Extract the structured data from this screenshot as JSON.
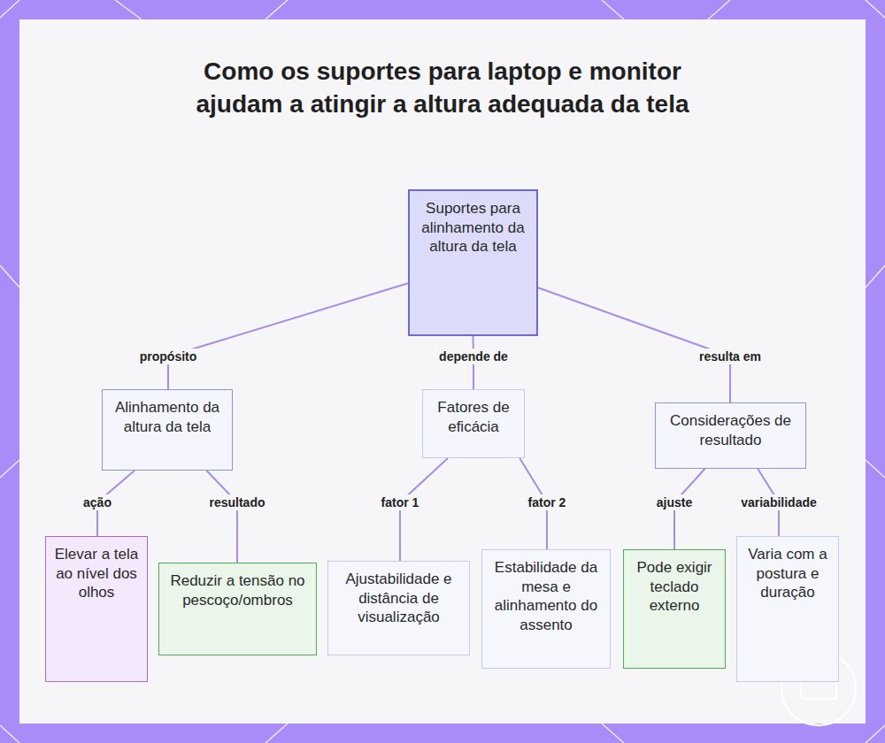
{
  "diagram": {
    "title": "Como os suportes para laptop e monitor ajudam a atingir a altura adequada da tela",
    "nodes": [
      {
        "text": [
          "Suportes para alinhamento da altura da tela"
        ]
      },
      {
        "text": [
          "Alinhamento da altura da tela"
        ]
      },
      {
        "text": [
          "Fatores de eficácia"
        ]
      },
      {
        "text": [
          "Considerações de resultado"
        ]
      },
      {
        "text": [
          "Elevar a tela ao nível dos olhos"
        ]
      },
      {
        "text": [
          "Reduzir a tensão no pescoço/ombros"
        ]
      },
      {
        "text": [
          "Ajustabilidade e distância de visualização"
        ]
      },
      {
        "text": [
          "Estabilidade da mesa e alinhamento do assento"
        ]
      },
      {
        "text": [
          "Pode exigir teclado externo"
        ]
      },
      {
        "text": [
          "Varia com a postura e duração"
        ]
      }
    ],
    "edges": [
      {
        "from": 0,
        "to": 1,
        "label": "propósito",
        "arrow": "none"
      },
      {
        "from": 0,
        "to": 2,
        "label": "depende de",
        "arrow": "none"
      },
      {
        "from": 0,
        "to": 3,
        "label": "resulta em",
        "arrow": "none"
      },
      {
        "from": 1,
        "to": 4,
        "label": "ação",
        "arrow": "none"
      },
      {
        "from": 1,
        "to": 5,
        "label": "resultado",
        "arrow": "none"
      },
      {
        "from": 2,
        "to": 6,
        "label": "fator 1",
        "arrow": "none"
      },
      {
        "from": 2,
        "to": 7,
        "label": "fator 2",
        "arrow": "none"
      },
      {
        "from": 3,
        "to": 8,
        "label": "ajuste",
        "arrow": "none"
      },
      {
        "from": 3,
        "to": 9,
        "label": "variabilidade",
        "arrow": "none"
      }
    ]
  }
}
